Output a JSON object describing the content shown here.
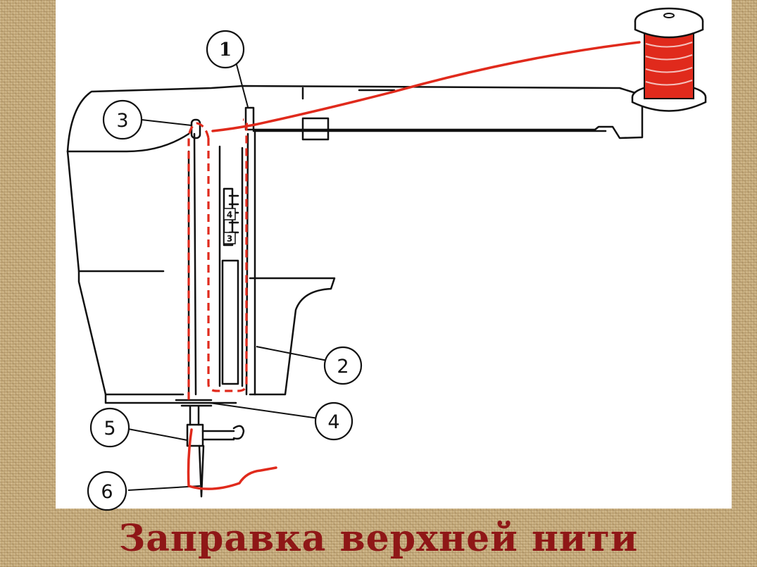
{
  "title": "Заправка верхней нити",
  "callouts": [
    "1",
    "2",
    "3",
    "4",
    "5",
    "6"
  ],
  "scale_labels": [
    "4",
    "3"
  ],
  "colors": {
    "thread": "#e02a1c",
    "title": "#8f1717",
    "outline": "#111111"
  },
  "icons": [
    "thread-spool-icon"
  ]
}
